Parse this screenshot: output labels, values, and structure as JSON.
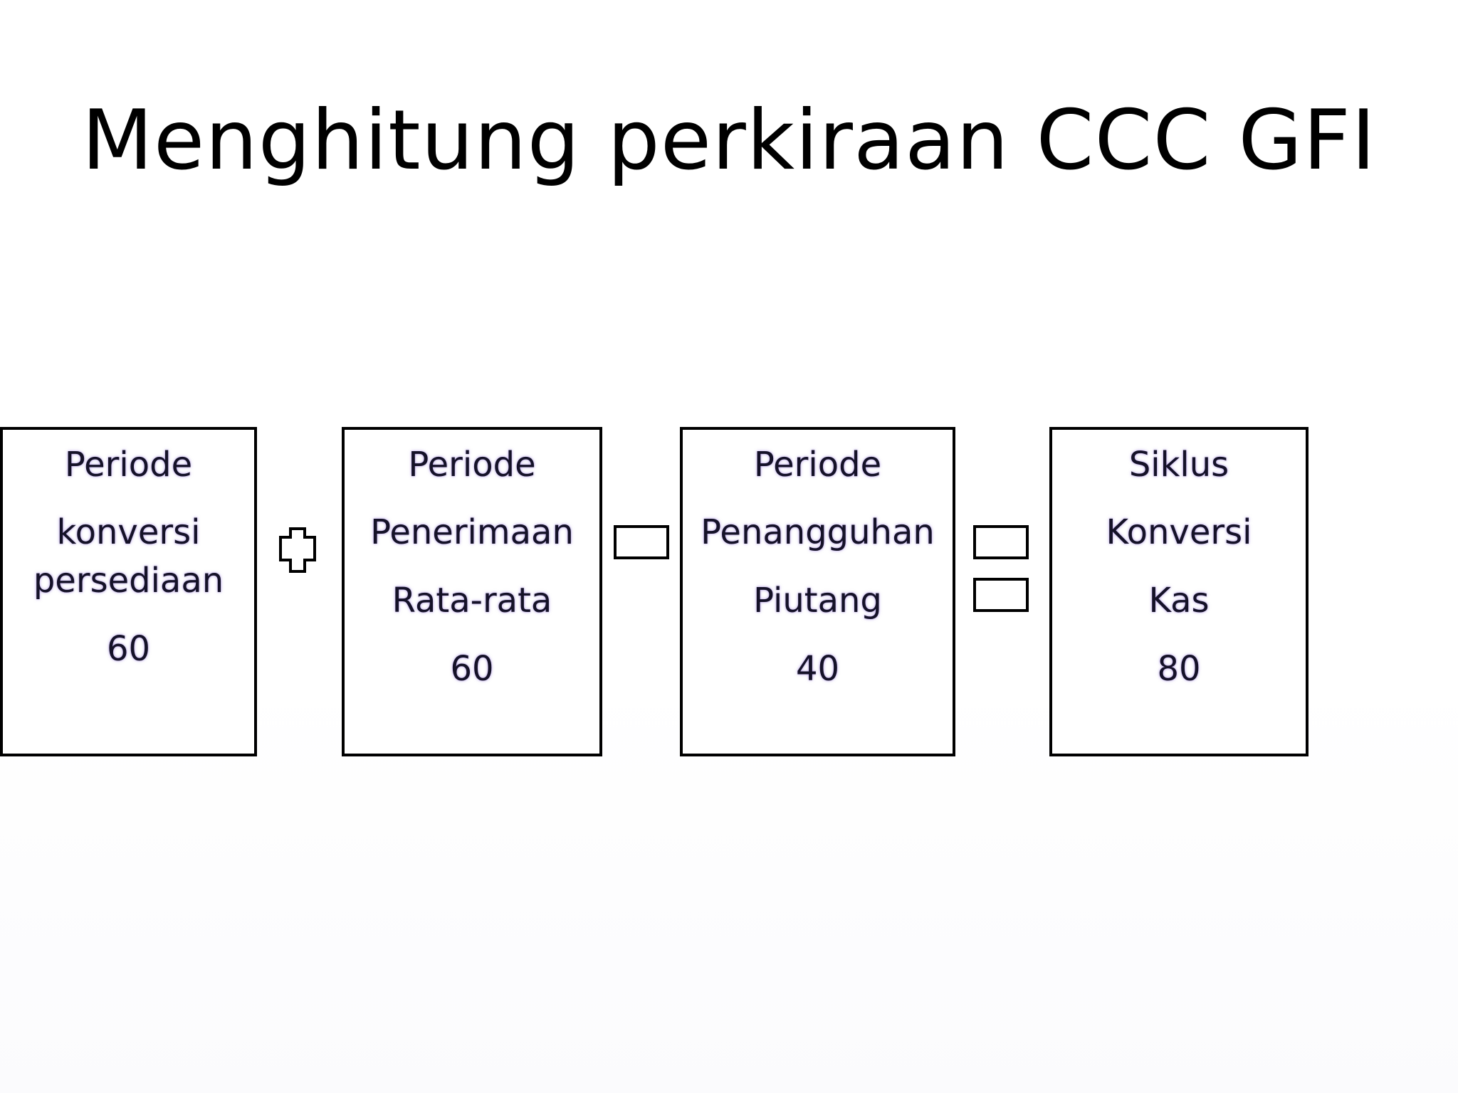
{
  "slide": {
    "title": "Menghitung perkiraan CCC GFI"
  },
  "boxes": [
    {
      "lines": [
        "Periode",
        "konversi",
        "persediaan"
      ],
      "value": "60"
    },
    {
      "lines": [
        "Periode",
        "Penerimaan",
        "Rata-rata"
      ],
      "value": "60"
    },
    {
      "lines": [
        "Periode",
        "Penangguhan",
        "Piutang"
      ],
      "value": "40"
    },
    {
      "lines": [
        "Siklus",
        "Konversi",
        "Kas"
      ],
      "value": "80"
    }
  ],
  "operators": [
    "plus-icon",
    "minus-icon",
    "equals-icon"
  ],
  "colors": {
    "text": "#151228",
    "text_glow": "#9678dc",
    "border": "#000000",
    "background": "#ffffff"
  }
}
